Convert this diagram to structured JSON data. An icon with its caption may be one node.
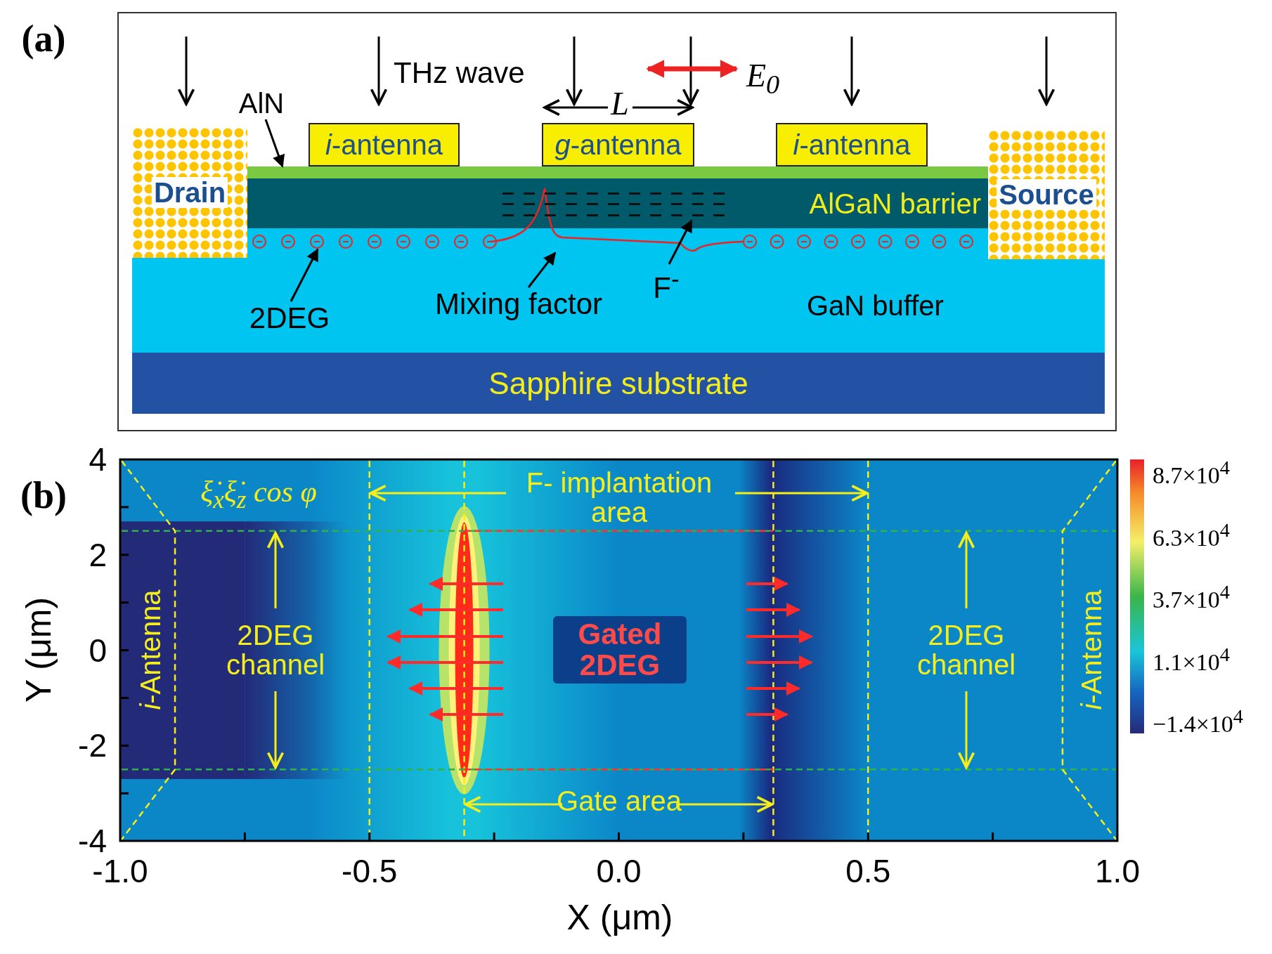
{
  "diagram": {
    "nodes": [
      {
        "text": [
          "Drain"
        ]
      },
      {
        "text": [
          "Source"
        ]
      },
      {
        "text": [
          "*i*-antenna"
        ]
      },
      {
        "text": [
          "*g*-antenna"
        ]
      },
      {
        "text": [
          "*i*-antenna"
        ]
      },
      {
        "text": [],
        "shape": "bar"
      },
      {
        "text": [
          "AlGaN barrier"
        ]
      },
      {
        "text": [
          "GaN buffer"
        ]
      },
      {
        "text": [
          "Sapphire substrate"
        ]
      },
      {
        "text": [
          "AlN"
        ]
      },
      {
        "text": [
          "2DEG"
        ],
        "in": 7
      },
      {
        "text": [
          "Mixing factor"
        ],
        "in": 7
      },
      {
        "text": [
          "F$^{-}$"
        ],
        "in": 7
      },
      {
        "text": [],
        "shape": "circle",
        "in": 7
      },
      {
        "text": [],
        "shape": "curve"
      },
      {
        "text": [],
        "shape": "box"
      }
    ],
    "edges": [
      {
        "from": 9,
        "to": 5,
        "arrow": "to"
      },
      {
        "from": 10,
        "to": 13,
        "arrow": "to"
      },
      {
        "from": 11,
        "to": 14,
        "arrow": "to"
      },
      {
        "from": 12,
        "to": 15,
        "arrow": "to"
      }
    ],
    "labels": [
      "(a)",
      "THz wave",
      "L",
      "E$_{0}$",
      "(b)",
      "ξ̇$_{x}$ξ̇$_{z}$ cos φ",
      "F- implantation area",
      "*i*-Antenna",
      "2DEG channel",
      "Gated 2DEG",
      "2DEG channel",
      "*i*-Antenna",
      "Gate area",
      "4",
      "2",
      "0",
      "-2",
      "-4",
      "-1.0",
      "-0.5",
      "0.0",
      "0.5",
      "1.0",
      "Y (μm)",
      "X (μm)",
      "8.7×10$^{4}$",
      "6.3×10$^{4}$",
      "3.7×10$^{4}$",
      "1.1×10$^{4}$",
      "−1.4×10$^{4}$"
    ]
  }
}
